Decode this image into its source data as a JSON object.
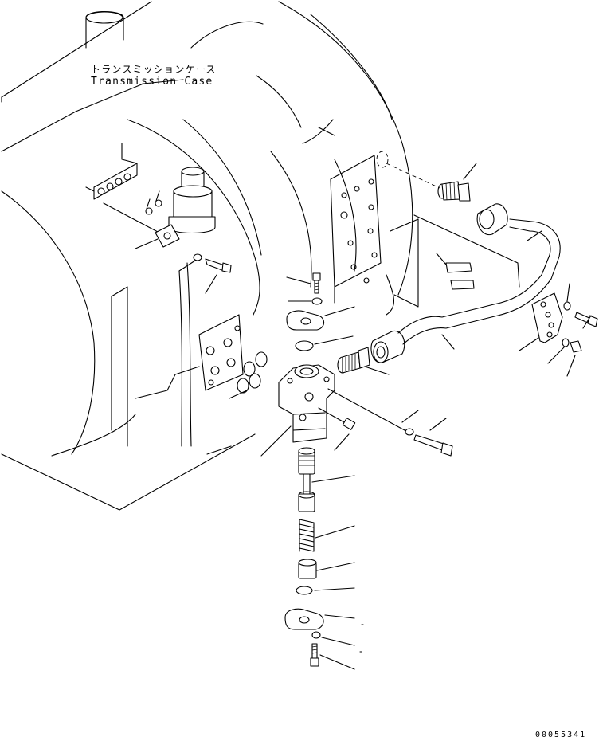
{
  "labels": {
    "case_jp": "トランスミッションケース",
    "case_en": "Transmission Case"
  },
  "drawing_code": "00055341",
  "parts": [
    {
      "name": "oil-filter"
    },
    {
      "name": "flange-bolt-top"
    },
    {
      "name": "washer-top"
    },
    {
      "name": "cover-plate-top"
    },
    {
      "name": "o-ring-top"
    },
    {
      "name": "valve-body"
    },
    {
      "name": "connector-elbow"
    },
    {
      "name": "hose-fitting"
    },
    {
      "name": "tube-assembly"
    },
    {
      "name": "bracket-plate"
    },
    {
      "name": "long-bolt"
    },
    {
      "name": "spool"
    },
    {
      "name": "spring"
    },
    {
      "name": "sleeve"
    },
    {
      "name": "o-ring-bottom"
    },
    {
      "name": "cover-plate-bottom"
    },
    {
      "name": "washer-bottom"
    },
    {
      "name": "bolt-bottom"
    }
  ]
}
